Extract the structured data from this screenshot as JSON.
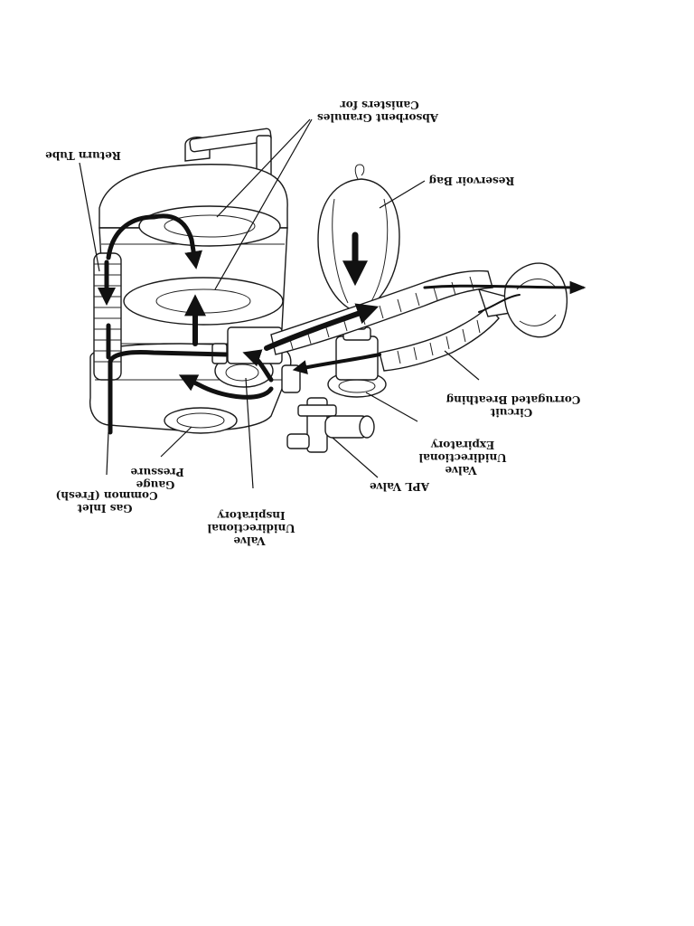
{
  "diagram": {
    "orientation": "rotated-180",
    "labels": {
      "canisters": [
        "Canisters for",
        "Absorbent Granules"
      ],
      "return_tube": [
        "Return Tube"
      ],
      "reservoir_bag": [
        "Reservoir Bag"
      ],
      "breathing_circuit": [
        "Corrugated Breathing",
        "Circuit"
      ],
      "expiratory_valve": [
        "Expiratory",
        "Unidirectional",
        "Valve"
      ],
      "apl_valve": [
        "APL Valve"
      ],
      "inspiratory_valve": [
        "Inspiratory",
        "Unidirectional",
        "Valve"
      ],
      "pressure_gauge": [
        "Pressure",
        "Gauge"
      ],
      "gas_inlet": [
        "Common (Fresh)",
        "Gas Inlet"
      ]
    },
    "colors": {
      "ink": "#111111",
      "paper": "#ffffff"
    }
  }
}
